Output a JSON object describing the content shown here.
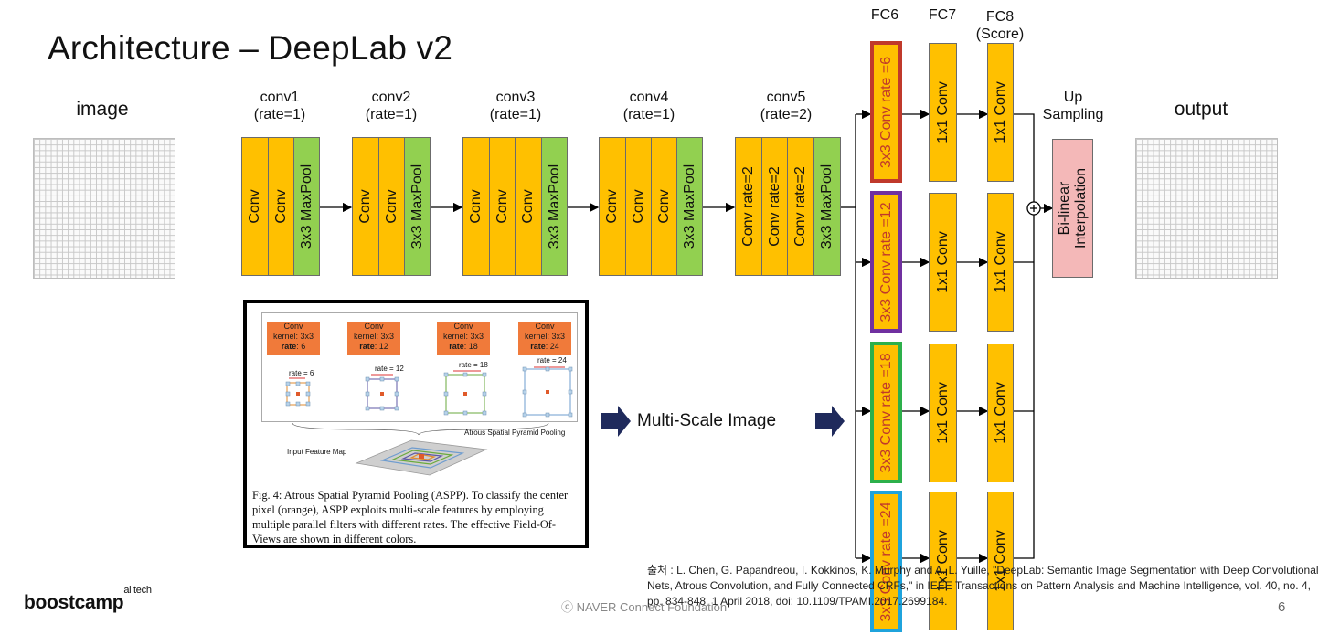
{
  "slide": {
    "title": "Architecture – DeepLab v2",
    "page_number": "6",
    "footer": "ⓒ  NAVER Connect Foundation",
    "logo_main": "boostcamp",
    "logo_sup": "ai tech"
  },
  "labels": {
    "image": "image",
    "output": "output",
    "conv1_name": "conv1",
    "conv1_rate": "(rate=1)",
    "conv2_name": "conv2",
    "conv2_rate": "(rate=1)",
    "conv3_name": "conv3",
    "conv3_rate": "(rate=1)",
    "conv4_name": "conv4",
    "conv4_rate": "(rate=1)",
    "conv5_name": "conv5",
    "conv5_rate": "(rate=2)",
    "fc6": "FC6",
    "fc7": "FC7",
    "fc8_name": "FC8",
    "fc8_sub": "(Score)",
    "up_1": "Up",
    "up_2": "Sampling",
    "multi_scale": "Multi-Scale Image",
    "plus": "+"
  },
  "layers": {
    "conv": "Conv",
    "maxpool": "3x3 MaxPool",
    "conv_rate2": "Conv rate=2",
    "onebyone": "1x1 Conv",
    "bilinear_1": "Bi-linear",
    "bilinear_2": "Interpolation"
  },
  "fc6_branches": [
    {
      "label": "3x3 Conv rate =6",
      "color": "#C0392B"
    },
    {
      "label": "3x3 Conv rate =12",
      "color": "#7030A0"
    },
    {
      "label": "3x3 Conv rate =18",
      "color": "#2DB04B"
    },
    {
      "label": "3x3 Conv rate =24",
      "color": "#1FA3DC"
    }
  ],
  "paper_figure": {
    "boxes": [
      {
        "l1": "Conv",
        "l2": "kernel: 3x3",
        "rate_word": "rate",
        "rate_val": ": 6"
      },
      {
        "l1": "Conv",
        "l2": "kernel: 3x3",
        "rate_word": "rate",
        "rate_val": ": 12"
      },
      {
        "l1": "Conv",
        "l2": "kernel: 3x3",
        "rate_word": "rate",
        "rate_val": ": 18"
      },
      {
        "l1": "Conv",
        "l2": "kernel: 3x3",
        "rate_word": "rate",
        "rate_val": ": 24"
      }
    ],
    "rate_marks": [
      "rate = 6",
      "rate = 12",
      "rate = 18",
      "rate = 24"
    ],
    "aspp_label": "Atrous Spatial Pyramid Pooling",
    "input_label": "Input Feature Map",
    "caption": "Fig. 4: Atrous Spatial Pyramid Pooling (ASPP). To classify the center pixel (orange), ASPP exploits multi-scale features by employing multiple parallel filters with different rates. The effective Field-Of-Views are shown in different colors."
  },
  "citation": {
    "prefix": "출처 :",
    "text": "L. Chen, G. Papandreou, I. Kokkinos, K. Murphy and A. L. Yuille, \"DeepLab: Semantic Image Segmentation with Deep Convolutional Nets, Atrous Convolution, and Fully Connected CRFs,\" in IEEE Transactions on Pattern Analysis and Machine Intelligence, vol. 40, no. 4, pp. 834-848, 1 April 2018, doi: 10.1109/TPAMI.2017.2699184."
  }
}
